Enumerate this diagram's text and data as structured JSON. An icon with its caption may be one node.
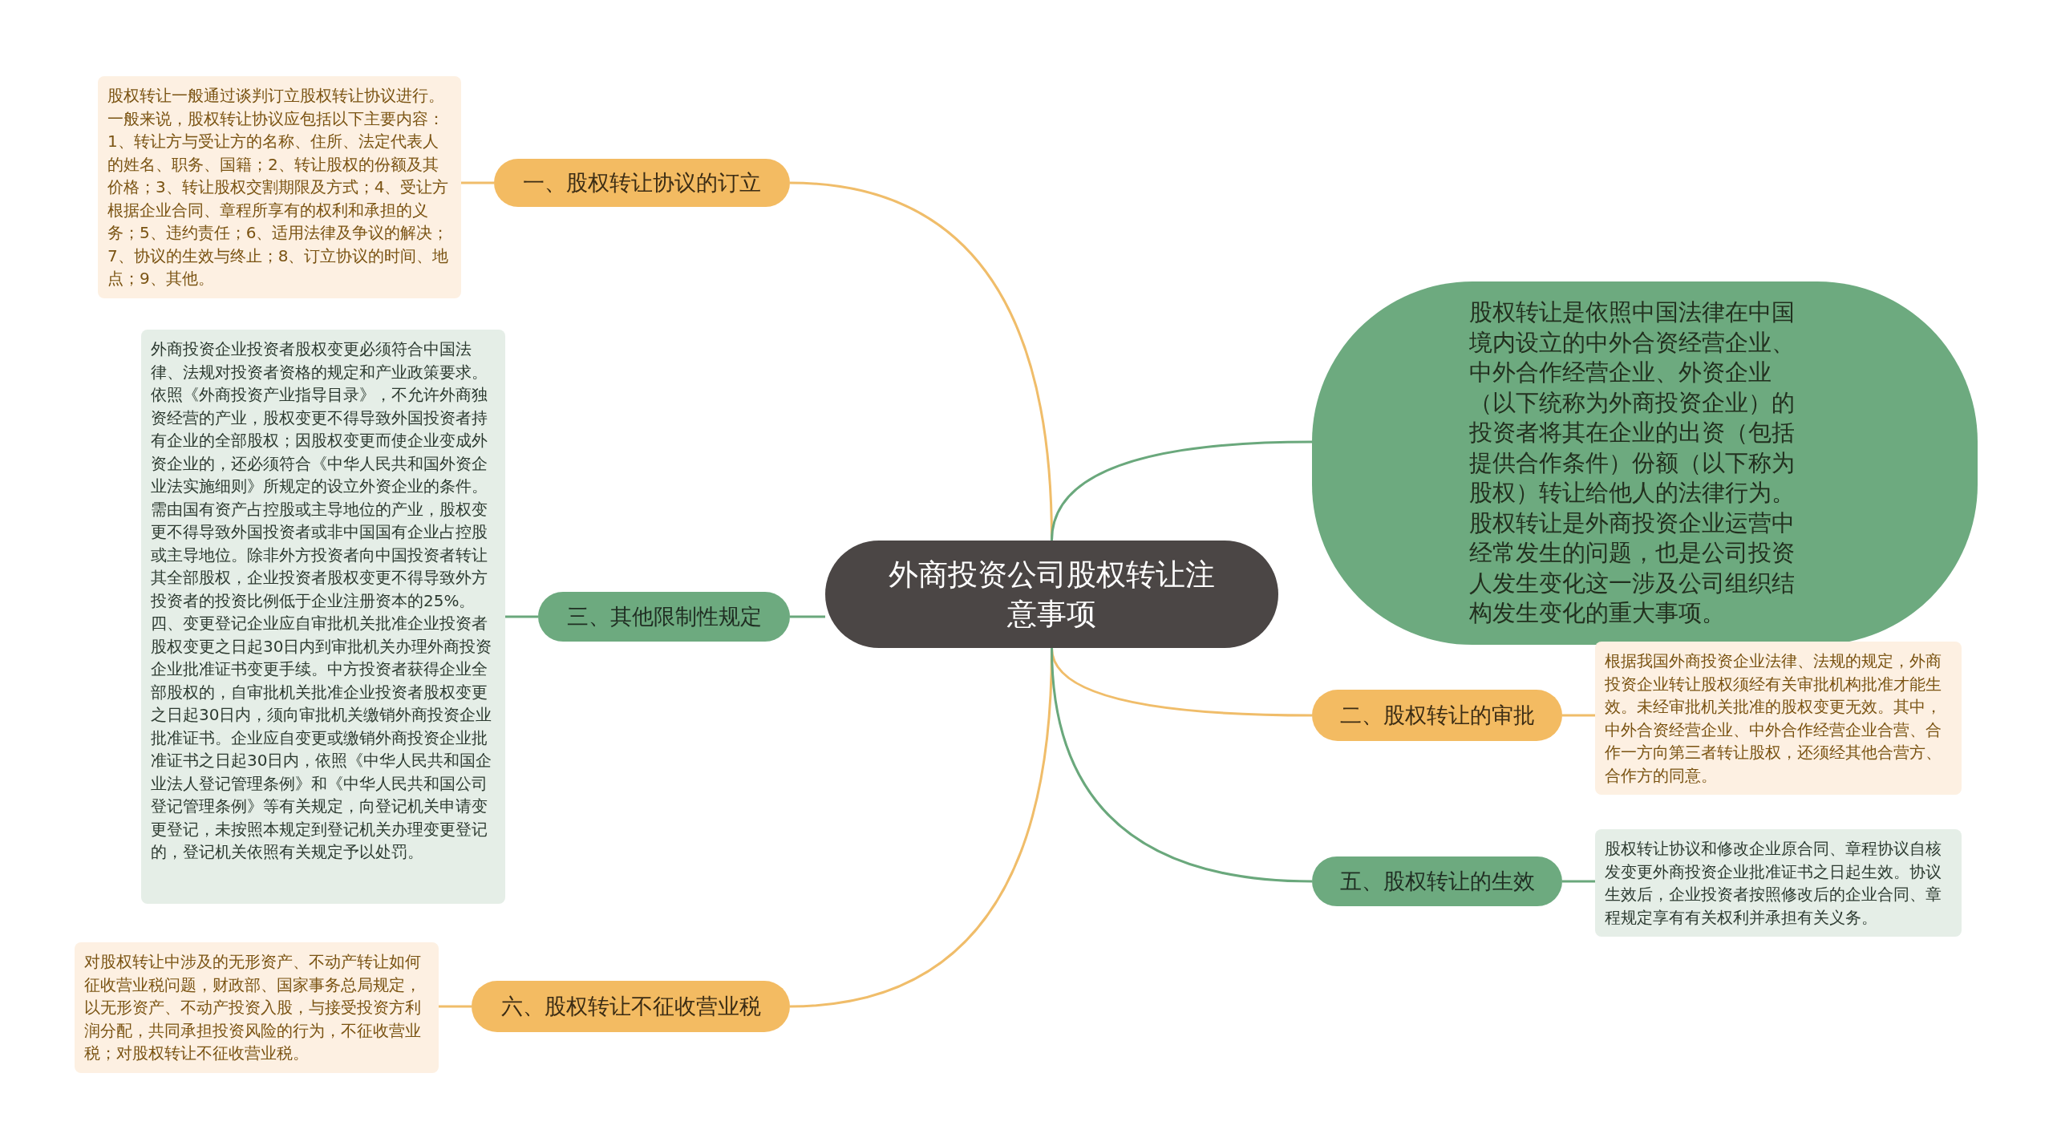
{
  "diagram": {
    "nodes": [
      {
        "text": [
          "外商投资公司股权转让注意事项"
        ]
      },
      {
        "text": [
          "一、股权转让协议的订立"
        ]
      },
      {
        "text": [
          "股权转让一般通过谈判订立股权转让协议进行。一般来说，股权转让协议应包括以下主要内容：1、转让方与受让方的名称、住所、法定代表人的姓名、职务、国籍；2、转让股权的份额及其价格；3、转让股权交割期限及方式；4、受让方根据企业合同、章程所享有的权利和承担的义务；5、违约责任；6、适用法律及争议的解决；7、协议的生效与终止；8、订立协议的时间、地点；9、其他。"
        ]
      },
      {
        "text": [
          "三、其他限制性规定"
        ]
      },
      {
        "text": [
          "外商投资企业投资者股权变更必须符合中国法律、法规对投资者资格的规定和产业政策要求。依照《外商投资产业指导目录》，不允许外商独资经营的产业，股权变更不得导致外国投资者持有企业的全部股权；因股权变更而使企业变成外资企业的，还必须符合《中华人民共和国外资企业法实施细则》所规定的设立外资企业的条件。需由国有资产占控股或主导地位的产业，股权变更不得导致外国投资者或非中国国有企业占控股或主导地位。除非外方投资者向中国投资者转让其全部股权，企业投资者股权变更不得导致外方投资者的投资比例低于企业注册资本的25%。四、变更登记企业应自审批机关批准企业投资者股权变更之日起30日内到审批机关办理外商投资企业批准证书变更手续。中方投资者获得企业全部股权的，自审批机关批准企业投资者股权变更之日起30日内，须向审批机关缴销外商投资企业批准证书。企业应自变更或缴销外商投资企业批准证书之日起30日内，依照《中华人民共和国企业法人登记管理条例》和《中华人民共和国公司登记管理条例》等有关规定，向登记机关申请变更登记，未按照本规定到登记机关办理变更登记的，登记机关依照有关规定予以处罚。"
        ]
      },
      {
        "text": [
          "六、股权转让不征收营业税"
        ]
      },
      {
        "text": [
          "对股权转让中涉及的无形资产、不动产转让如何征收营业税问题，财政部、国家事务总局规定，以无形资产、不动产投资入股，与接受投资方利润分配，共同承担投资风险的行为，不征收营业税；对股权转让不征收营业税。"
        ]
      },
      {
        "text": [
          "股权转让是依照中国法律在中国境内设立的中外合资经营企业、中外合作经营企业、外资企业（以下统称为外商投资企业）的投资者将其在企业的出资（包括提供合作条件）份额（以下称为股权）转让给他人的法律行为。股权转让是外商投资企业运营中经常发生的问题，也是公司投资人发生变化这一涉及公司组织结构发生变化的重大事项。"
        ]
      },
      {
        "text": [
          "二、股权转让的审批"
        ]
      },
      {
        "text": [
          "根据我国外商投资企业法律、法规的规定，外商投资企业转让股权须经有关审批机构批准才能生效。未经审批机关批准的股权变更无效。其中，中外合资经营企业、中外合作经营企业合营、合作一方向第三者转让股权，还须经其他合营方、合作方的同意。"
        ]
      },
      {
        "text": [
          "五、股权转让的生效"
        ]
      },
      {
        "text": [
          "股权转让协议和修改企业原合同、章程协议自核发变更外商投资企业批准证书之日起生效。协议生效后，企业投资者按照修改后的企业合同、章程规定享有有关权利并承担有关义务。"
        ]
      }
    ],
    "edges": [
      {
        "from": 0,
        "to": 1,
        "arrow": "none"
      },
      {
        "from": 1,
        "to": 2,
        "arrow": "none"
      },
      {
        "from": 0,
        "to": 3,
        "arrow": "none",
        "color": "#6aa87c"
      },
      {
        "from": 3,
        "to": 4,
        "arrow": "none",
        "color": "#6aa87c"
      },
      {
        "from": 0,
        "to": 5,
        "arrow": "none"
      },
      {
        "from": 5,
        "to": 6,
        "arrow": "none"
      },
      {
        "from": 0,
        "to": 7,
        "arrow": "none",
        "color": "#6aa87c"
      },
      {
        "from": 0,
        "to": 8,
        "arrow": "none"
      },
      {
        "from": 8,
        "to": 9,
        "arrow": "none"
      },
      {
        "from": 0,
        "to": 10,
        "arrow": "none",
        "color": "#6aa87c"
      },
      {
        "from": 10,
        "to": 11,
        "arrow": "none",
        "color": "#6aa87c"
      }
    ]
  }
}
